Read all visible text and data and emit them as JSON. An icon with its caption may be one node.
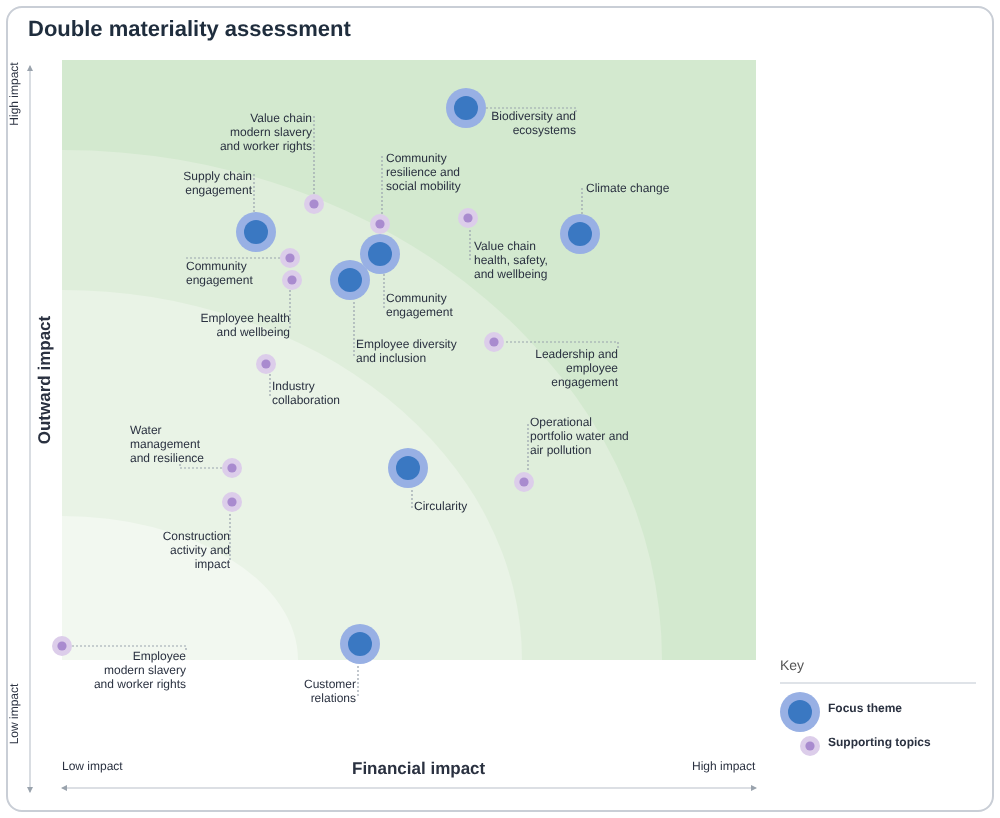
{
  "diagram": {
    "title": "Double materiality assessment",
    "nodes": [
      {
        "text": [
          "Biodiversity and ecosystems"
        ]
      },
      {
        "text": [],
        "shape": "circle"
      },
      {
        "text": [
          "Value chain modern slavery and worker rights"
        ]
      },
      {
        "text": [],
        "shape": "circle"
      },
      {
        "text": [
          "Supply chain engagement"
        ]
      },
      {
        "text": [],
        "shape": "circle"
      },
      {
        "text": [
          "Community resilience and social mobility"
        ]
      },
      {
        "text": [],
        "shape": "circle"
      },
      {
        "text": [
          "Value chain health, safety, and wellbeing"
        ]
      },
      {
        "text": [],
        "shape": "circle"
      },
      {
        "text": [
          "Climate change"
        ]
      },
      {
        "text": [],
        "shape": "circle"
      },
      {
        "text": [
          "Community engagement"
        ]
      },
      {
        "text": [],
        "shape": "circle"
      },
      {
        "text": [
          "Employee health and wellbeing"
        ]
      },
      {
        "text": [],
        "shape": "circle"
      },
      {
        "text": [
          "Community engagement"
        ]
      },
      {
        "text": [],
        "shape": "circle"
      },
      {
        "text": [
          "Employee diversity and inclusion"
        ]
      },
      {
        "text": [],
        "shape": "circle"
      },
      {
        "text": [
          "Leadership and employee engagement"
        ]
      },
      {
        "text": [],
        "shape": "circle"
      },
      {
        "text": [
          "Industry collaboration"
        ]
      },
      {
        "text": [],
        "shape": "circle"
      },
      {
        "text": [
          "Operational portfolio water and air pollution"
        ]
      },
      {
        "text": [],
        "shape": "circle"
      },
      {
        "text": [
          "Water management and resilience"
        ]
      },
      {
        "text": [],
        "shape": "circle"
      },
      {
        "text": [
          "Construction activity and impact"
        ]
      },
      {
        "text": [],
        "shape": "circle"
      },
      {
        "text": [
          "Circularity"
        ]
      },
      {
        "text": [],
        "shape": "circle"
      },
      {
        "text": [
          "Employee modern slavery and worker rights"
        ]
      },
      {
        "text": [],
        "shape": "circle"
      },
      {
        "text": [
          "Customer relations"
        ]
      },
      {
        "text": [],
        "shape": "circle"
      }
    ],
    "edges": [
      {
        "from": 0,
        "to": 1,
        "arrow": "none"
      },
      {
        "from": 2,
        "to": 3,
        "arrow": "none"
      },
      {
        "from": 4,
        "to": 5,
        "arrow": "none"
      },
      {
        "from": 6,
        "to": 7,
        "arrow": "none"
      },
      {
        "from": 8,
        "to": 9,
        "arrow": "none"
      },
      {
        "from": 10,
        "to": 11,
        "arrow": "none"
      },
      {
        "from": 12,
        "to": 13,
        "arrow": "none"
      },
      {
        "from": 14,
        "to": 15,
        "arrow": "none"
      },
      {
        "from": 16,
        "to": 17,
        "arrow": "none"
      },
      {
        "from": 18,
        "to": 19,
        "arrow": "none"
      },
      {
        "from": 20,
        "to": 21,
        "arrow": "none"
      },
      {
        "from": 22,
        "to": 23,
        "arrow": "none"
      },
      {
        "from": 24,
        "to": 25,
        "arrow": "none"
      },
      {
        "from": 26,
        "to": 27,
        "arrow": "none"
      },
      {
        "from": 28,
        "to": 29,
        "arrow": "none"
      },
      {
        "from": 30,
        "to": 31,
        "arrow": "none"
      },
      {
        "from": 32,
        "to": 33,
        "arrow": "none"
      },
      {
        "from": 34,
        "to": 35,
        "arrow": "none"
      }
    ],
    "labels": [
      "High impact",
      "Outward impact",
      "Low impact",
      "Low impact",
      "Financial impact",
      "High impact",
      "Key"
    ],
    "legend": [
      {
        "text": "Focus theme"
      },
      {
        "text": "Supporting topics"
      }
    ]
  }
}
